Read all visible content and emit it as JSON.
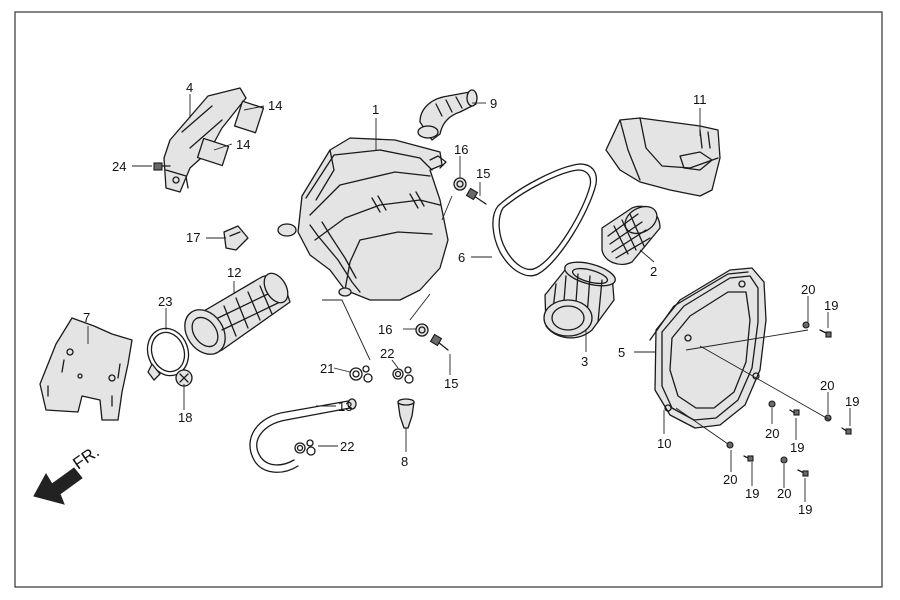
{
  "diagram": {
    "front_label": "FR.",
    "callouts": {
      "c1": "1",
      "c2": "2",
      "c3": "3",
      "c4": "4",
      "c5": "5",
      "c6": "6",
      "c7": "7",
      "c8": "8",
      "c9": "9",
      "c10": "10",
      "c11": "11",
      "c12": "12",
      "c13": "13",
      "c14a": "14",
      "c14b": "14",
      "c15a": "15",
      "c15b": "15",
      "c16a": "16",
      "c16b": "16",
      "c17": "17",
      "c18": "18",
      "c19a": "19",
      "c19b": "19",
      "c19c": "19",
      "c19d": "19",
      "c19e": "19",
      "c20a": "20",
      "c20b": "20",
      "c20c": "20",
      "c20d": "20",
      "c20e": "20",
      "c21": "21",
      "c22a": "22",
      "c22b": "22",
      "c23": "23",
      "c24": "24"
    },
    "colors": {
      "line": "#1a1a1a",
      "part_fill": "#e4e4e4",
      "frame": "#333333",
      "background": "#ffffff"
    }
  }
}
